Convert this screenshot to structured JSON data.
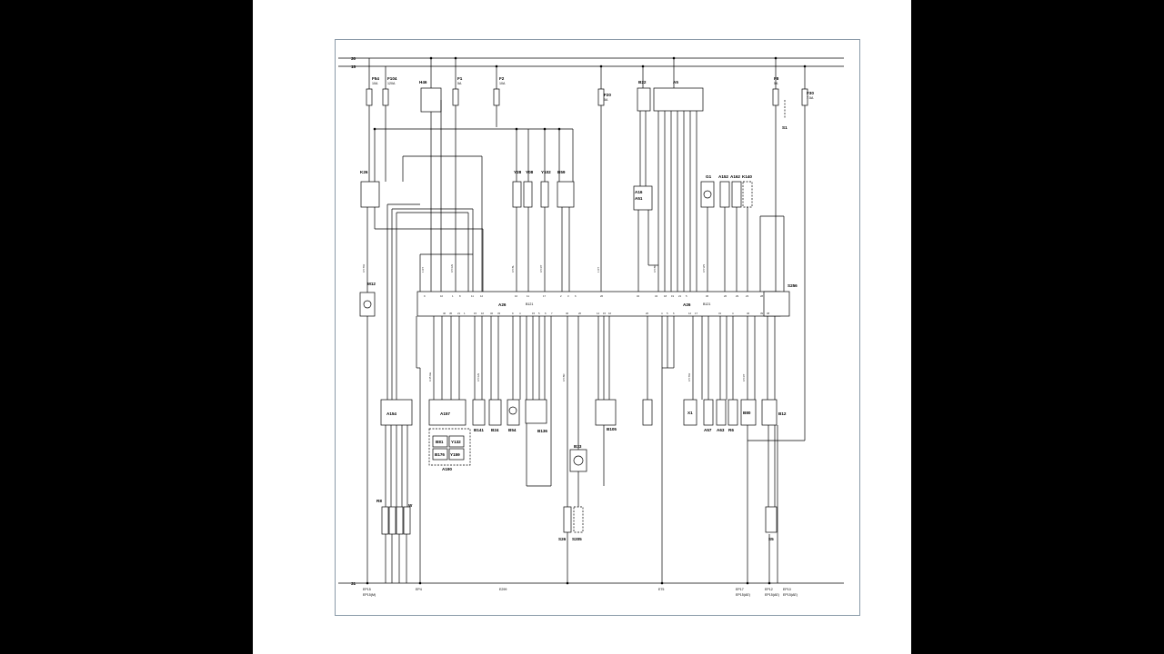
{
  "rails": {
    "top": "30",
    "second": "15",
    "bottom": "31"
  },
  "components": {
    "F54": "F54",
    "F54_val": "10A",
    "F104": "F104",
    "F104_val": "120A",
    "H46": "H46",
    "F1": "F1",
    "F1_val": "5A",
    "F2": "F2",
    "F2_val": "10A",
    "F20": "F20",
    "F20_val": "5A",
    "B22": "B22",
    "A5": "A5",
    "F8": "F8",
    "F8_val": "5A",
    "F30": "F30",
    "F30_val": "7.5A",
    "S1": "S1",
    "K26": "K26",
    "Y28": "Y28",
    "Y08": "Y08",
    "Y102": "Y102",
    "B59": "B59",
    "A16": "A16",
    "A51": "A51",
    "G1": "G1",
    "A152": "A152",
    "A162": "A162",
    "K140": "K140",
    "M12": "M12",
    "A26": "A26",
    "A26b": "A26",
    "B121a": "B121",
    "B121b": "B121",
    "S256": "S256",
    "A154": "A154",
    "A157": "A157",
    "B81": "B81",
    "Y132": "Y132",
    "B176": "B176",
    "Y159": "Y159",
    "A190": "A190",
    "B141": "B141",
    "B24": "B24",
    "B54": "B54",
    "B136": "B136",
    "B33": "B33",
    "B105": "B105",
    "X1": "X1",
    "A57": "A57",
    "A63": "A63",
    "R6": "R6",
    "B80": "B80",
    "B12": "B12",
    "R8": "R8",
    "W": "W",
    "S26": "S26",
    "S205": "S205",
    "S5": "S5"
  },
  "ground_labels": {
    "ep15": "EP15",
    "ep15b": "EP15(M)",
    "ep4": "EP4",
    "e299": "E299",
    "e75": "E75",
    "ep17": "EP17",
    "ep17b": "EP15(AE)",
    "ep12": "EP12",
    "ep12b": "EP15(AE)",
    "ep10": "EP10",
    "ep10b": "EP15(AE)"
  }
}
